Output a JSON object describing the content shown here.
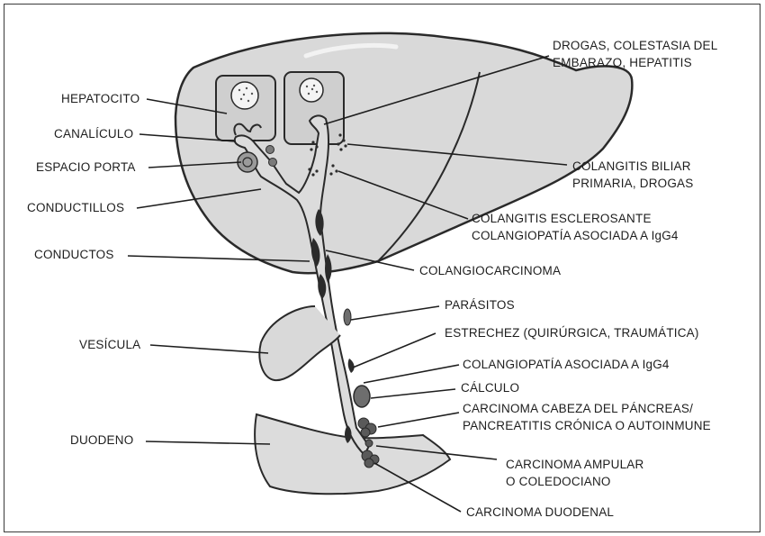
{
  "labels": {
    "hepatocito": "HEPATOCITO",
    "canaliculo": "CANALÍCULO",
    "espacio_porta": "ESPACIO PORTA",
    "conductillos": "CONDUCTILLOS",
    "conductos": "CONDUCTOS",
    "vesicula": "VESÍCULA",
    "duodeno": "DUODENO",
    "drogas": [
      "DROGAS, COLESTASIA DEL",
      "EMBARAZO, HEPATITIS"
    ],
    "colangitis_biliar": [
      "COLANGITIS BILIAR",
      "PRIMARIA, DROGAS"
    ],
    "colangitis_esclerosante": [
      "COLANGITIS ESCLEROSANTE",
      "COLANGIOPATÍA ASOCIADA A IgG4"
    ],
    "colangiocarcinoma": "COLANGIOCARCINOMA",
    "parasitos": "PARÁSITOS",
    "estrechez": "ESTRECHEZ (QUIRÚRGICA, TRAUMÁTICA)",
    "colangiopatia_igg4": "COLANGIOPATÍA ASOCIADA A IgG4",
    "calculo": "CÁLCULO",
    "carcinoma_pancreas": [
      "CARCINOMA CABEZA DEL PÁNCREAS/",
      "PANCREATITIS CRÓNICA O AUTOINMUNE"
    ],
    "carcinoma_ampular": [
      "CARCINOMA AMPULAR",
      "O COLEDOCIANO"
    ],
    "carcinoma_duodenal": "CARCINOMA DUODENAL"
  },
  "colors": {
    "organ_fill": "#d9d9d9",
    "organ_stroke": "#2a2a2a",
    "lesion_fill": "#2b2b2b",
    "stone_fill": "#6e6e6e",
    "text": "#1e1e1e"
  }
}
